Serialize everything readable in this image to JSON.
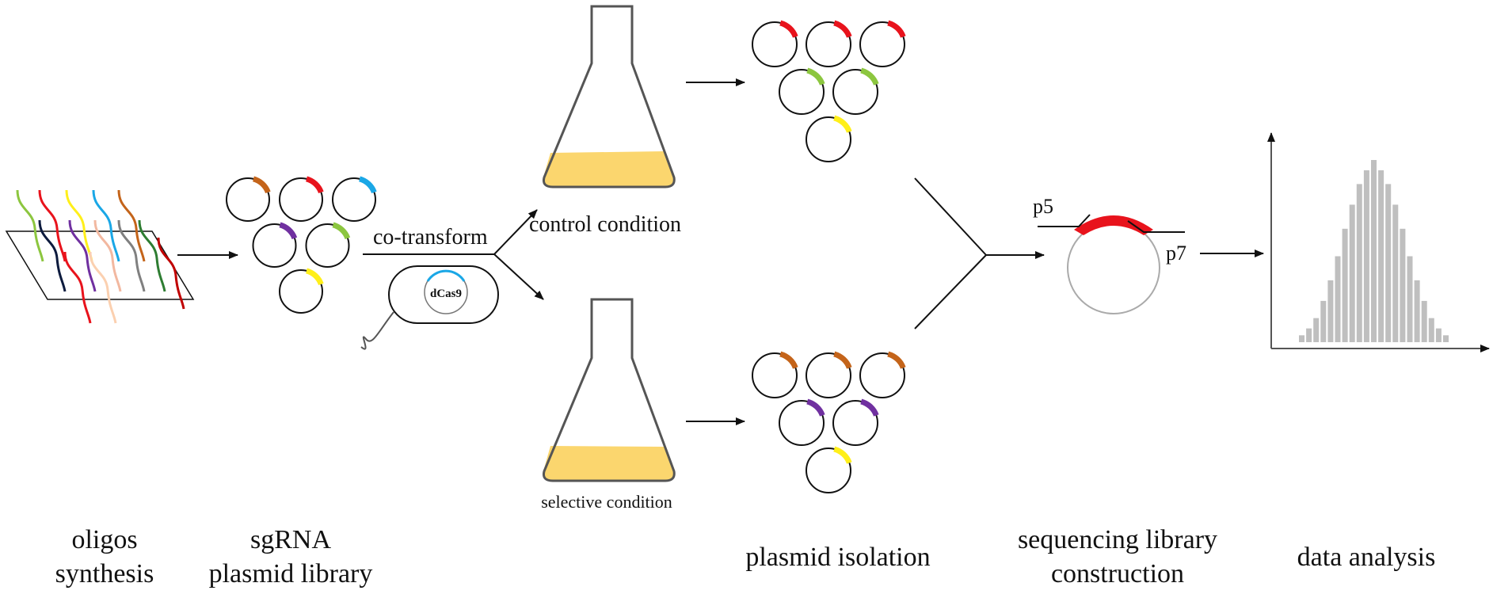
{
  "labels": {
    "step1_line1": "oligos",
    "step1_line2": "synthesis",
    "step2_line1": "sgRNA",
    "step2_line2": "plasmid library",
    "cotransform": "co-transform",
    "dcas9": "dCas9",
    "control": "control condition",
    "selective": "selective condition",
    "isolation": "plasmid isolation",
    "seq_line1": "sequencing library",
    "seq_line2": "construction",
    "p5": "p5",
    "p7": "p7",
    "analysis": "data analysis"
  },
  "colors": {
    "red": "#e8131c",
    "orange": "#c4641a",
    "blue": "#1aa7e6",
    "purple": "#7030a0",
    "green": "#8cc63f",
    "yellow": "#ffef1a",
    "culture": "#fbd66e",
    "bar": "#bfbfbf"
  },
  "oligo_colors": [
    "#8cc63f",
    "#e8131c",
    "#ffef1a",
    "#1aa7e6",
    "#c4641a",
    "#0d1b3e",
    "#7030a0",
    "#f2b8a0",
    "#808080",
    "#2e7d32",
    "#c00000",
    "#e8131c",
    "#fbd0b0"
  ],
  "histogram_values": [
    2,
    4,
    7,
    12,
    18,
    25,
    33,
    40,
    46,
    50,
    53,
    50,
    46,
    40,
    33,
    25,
    18,
    12,
    7,
    4,
    2
  ],
  "plasmid_markers": {
    "library": [
      "orange",
      "red",
      "blue",
      "purple",
      "green",
      "yellow"
    ],
    "control": [
      "red",
      "red",
      "red",
      "green",
      "green",
      "yellow"
    ],
    "selective": [
      "orange",
      "orange",
      "orange",
      "purple",
      "purple",
      "yellow"
    ]
  }
}
